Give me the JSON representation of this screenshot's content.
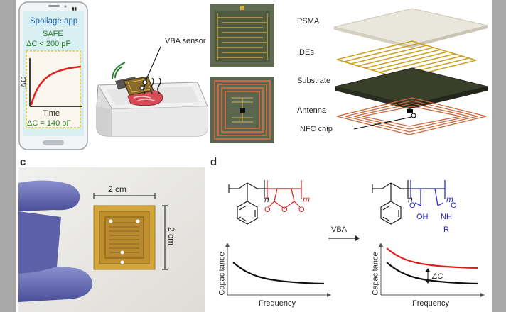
{
  "panel_letters": {
    "c": "c",
    "d": "d"
  },
  "phone": {
    "app_title": "Spoilage app",
    "status": "SAFE",
    "threshold": "ΔC < 200 pF",
    "y_axis": "ΔC",
    "x_axis": "Time",
    "reading": "ΔC = 140 pF"
  },
  "sensor_box": {
    "label": "VBA sensor"
  },
  "layers": {
    "psma": "PSMA",
    "ides": "IDEs",
    "substrate": "Substrate",
    "antenna": "Antenna",
    "nfc_chip": "NFC chip"
  },
  "photo": {
    "width_label": "2 cm",
    "height_label": "2 cm"
  },
  "chemistry": {
    "left_n": "n",
    "left_m": "m",
    "arrow_label": "VBA",
    "right_n": "n",
    "right_m": "m",
    "oh": "OH",
    "o_left": "O",
    "o_right": "O",
    "nh": "NH",
    "r": "R",
    "ring_o_top": "O",
    "ring_o_left": "O",
    "ring_o_right": "O"
  },
  "plots": {
    "left_ylabel": "Capacitance",
    "left_xlabel": "Frequency",
    "right_ylabel": "Capacitance",
    "right_xlabel": "Frequency",
    "delta": "ΔC"
  },
  "colors": {
    "red": "#e0201c",
    "blue": "#1c1ccc",
    "gold": "#c9a227",
    "copper": "#c8683c",
    "dark_green": "#3a3f2c"
  }
}
